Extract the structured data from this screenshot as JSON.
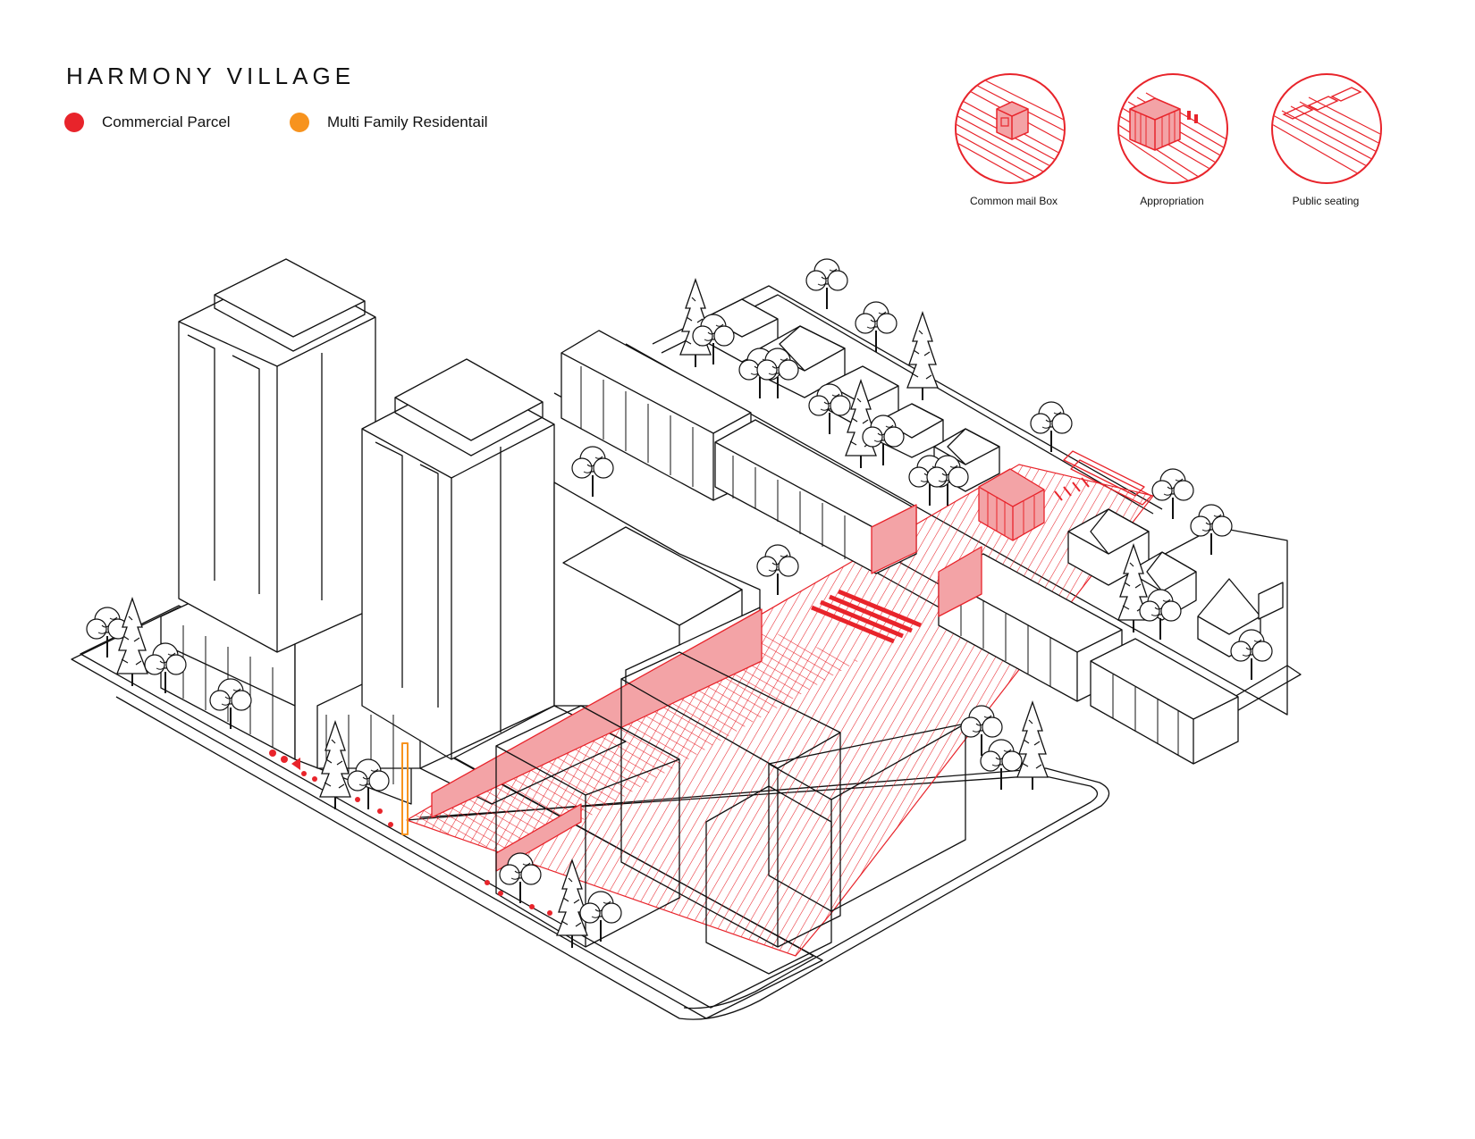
{
  "title": "HARMONY VILLAGE",
  "legend": [
    {
      "label": "Commercial Parcel",
      "color": "#e8242b"
    },
    {
      "label": "Multi Family Residentail",
      "color": "#f7931e"
    }
  ],
  "callouts": [
    {
      "label": "Common mail Box",
      "icon": "mailbox-icon"
    },
    {
      "label": "Appropriation",
      "icon": "kiosk-icon"
    },
    {
      "label": "Public seating",
      "icon": "bench-icon"
    }
  ],
  "colors": {
    "accent": "#e8242b",
    "accent_fill": "#f3a3a6",
    "orange": "#f7931e",
    "line": "#111111"
  }
}
